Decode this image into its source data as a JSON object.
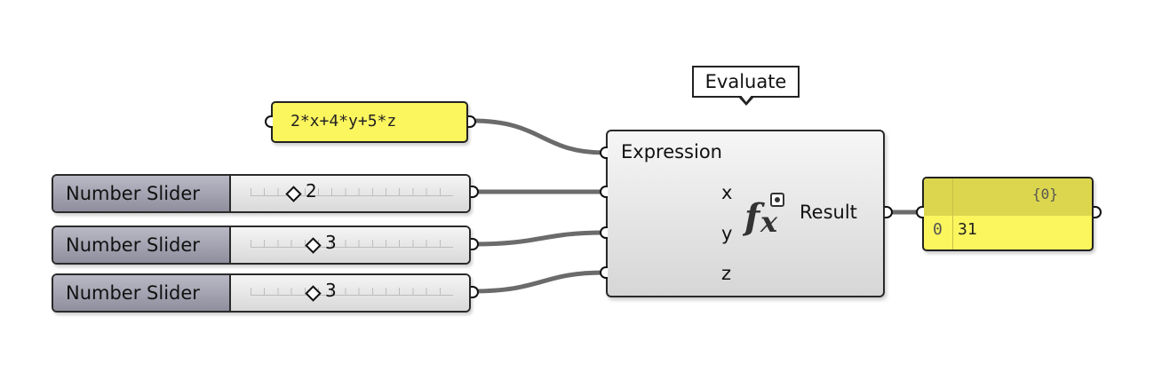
{
  "tooltip": {
    "text": "Evaluate"
  },
  "expression_panel": {
    "text": "2*x+4*y+5*z"
  },
  "sliders": [
    {
      "label": "Number Slider",
      "value": "2",
      "fraction": 0.2
    },
    {
      "label": "Number Slider",
      "value": "3",
      "fraction": 0.3
    },
    {
      "label": "Number Slider",
      "value": "3",
      "fraction": 0.3
    }
  ],
  "component": {
    "inputs": [
      "Expression",
      "x",
      "y",
      "z"
    ],
    "output": "Result",
    "icon": "fx-icon"
  },
  "output_panel": {
    "path": "{0}",
    "index": "0",
    "value": "31"
  },
  "colors": {
    "panel": "#fbf55e",
    "wire": "#6b6b6b"
  }
}
